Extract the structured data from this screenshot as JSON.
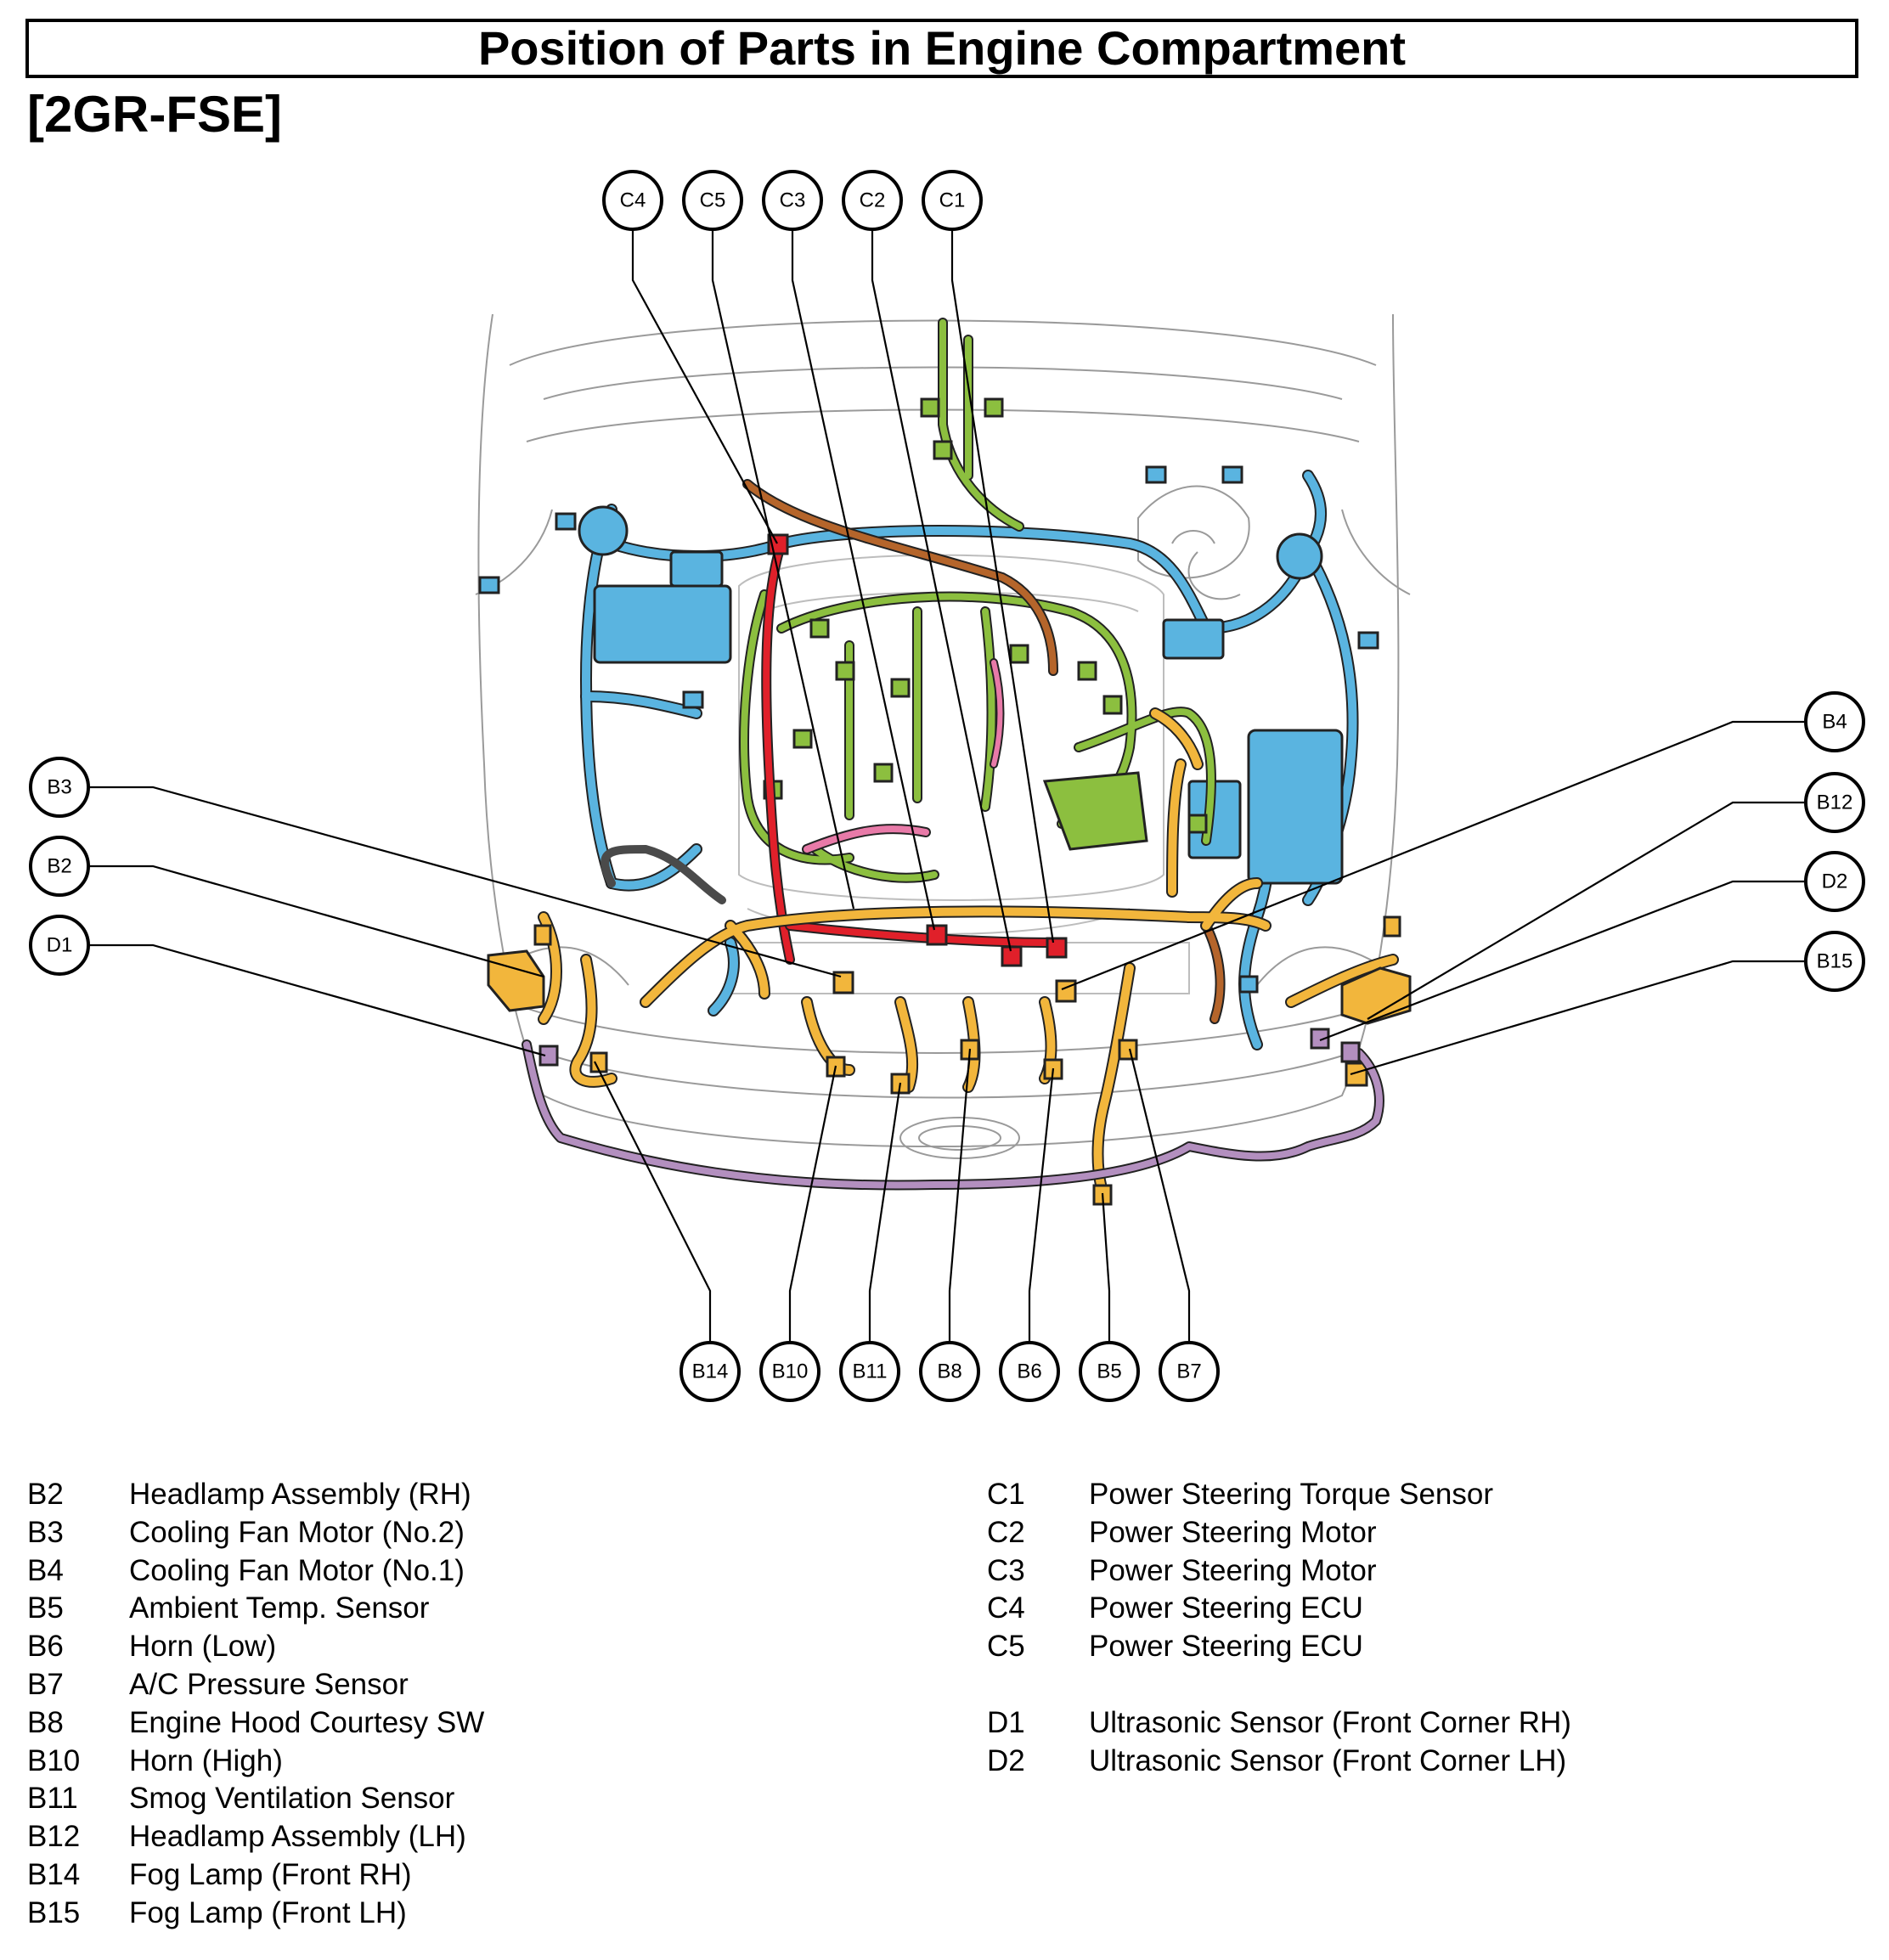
{
  "header": {
    "title": "Position of Parts in Engine Compartment",
    "subtitle": "[2GR-FSE]"
  },
  "colors": {
    "harness_blue": "#5ab4e0",
    "harness_green": "#8cbf3f",
    "harness_orange": "#f2b63c",
    "harness_red": "#e0202a",
    "harness_purple": "#b38fbf",
    "harness_brown": "#b5652b",
    "harness_pink": "#e87aa8"
  },
  "callouts": {
    "c4": "C4",
    "c5": "C5",
    "c3": "C3",
    "c2": "C2",
    "c1": "C1",
    "b3": "B3",
    "b2": "B2",
    "d1": "D1",
    "b4": "B4",
    "b12": "B12",
    "d2": "D2",
    "b15": "B15",
    "b14": "B14",
    "b10": "B10",
    "b11": "B11",
    "b8": "B8",
    "b6": "B6",
    "b5": "B5",
    "b7": "B7"
  },
  "legend_left": [
    {
      "code": "B2",
      "name": "Headlamp Assembly (RH)"
    },
    {
      "code": "B3",
      "name": "Cooling Fan Motor (No.2)"
    },
    {
      "code": "B4",
      "name": "Cooling Fan Motor (No.1)"
    },
    {
      "code": "B5",
      "name": "Ambient Temp. Sensor"
    },
    {
      "code": "B6",
      "name": "Horn (Low)"
    },
    {
      "code": "B7",
      "name": "A/C Pressure Sensor"
    },
    {
      "code": "B8",
      "name": "Engine Hood Courtesy SW"
    },
    {
      "code": "B10",
      "name": "Horn (High)"
    },
    {
      "code": "B11",
      "name": "Smog Ventilation Sensor"
    },
    {
      "code": "B12",
      "name": "Headlamp Assembly (LH)"
    },
    {
      "code": "B14",
      "name": "Fog Lamp (Front RH)"
    },
    {
      "code": "B15",
      "name": "Fog Lamp (Front LH)"
    }
  ],
  "legend_right_c": [
    {
      "code": "C1",
      "name": "Power Steering Torque Sensor"
    },
    {
      "code": "C2",
      "name": "Power Steering Motor"
    },
    {
      "code": "C3",
      "name": "Power Steering Motor"
    },
    {
      "code": "C4",
      "name": "Power Steering ECU"
    },
    {
      "code": "C5",
      "name": "Power Steering ECU"
    }
  ],
  "legend_right_d": [
    {
      "code": "D1",
      "name": "Ultrasonic Sensor (Front Corner RH)"
    },
    {
      "code": "D2",
      "name": "Ultrasonic Sensor (Front Corner LH)"
    }
  ]
}
